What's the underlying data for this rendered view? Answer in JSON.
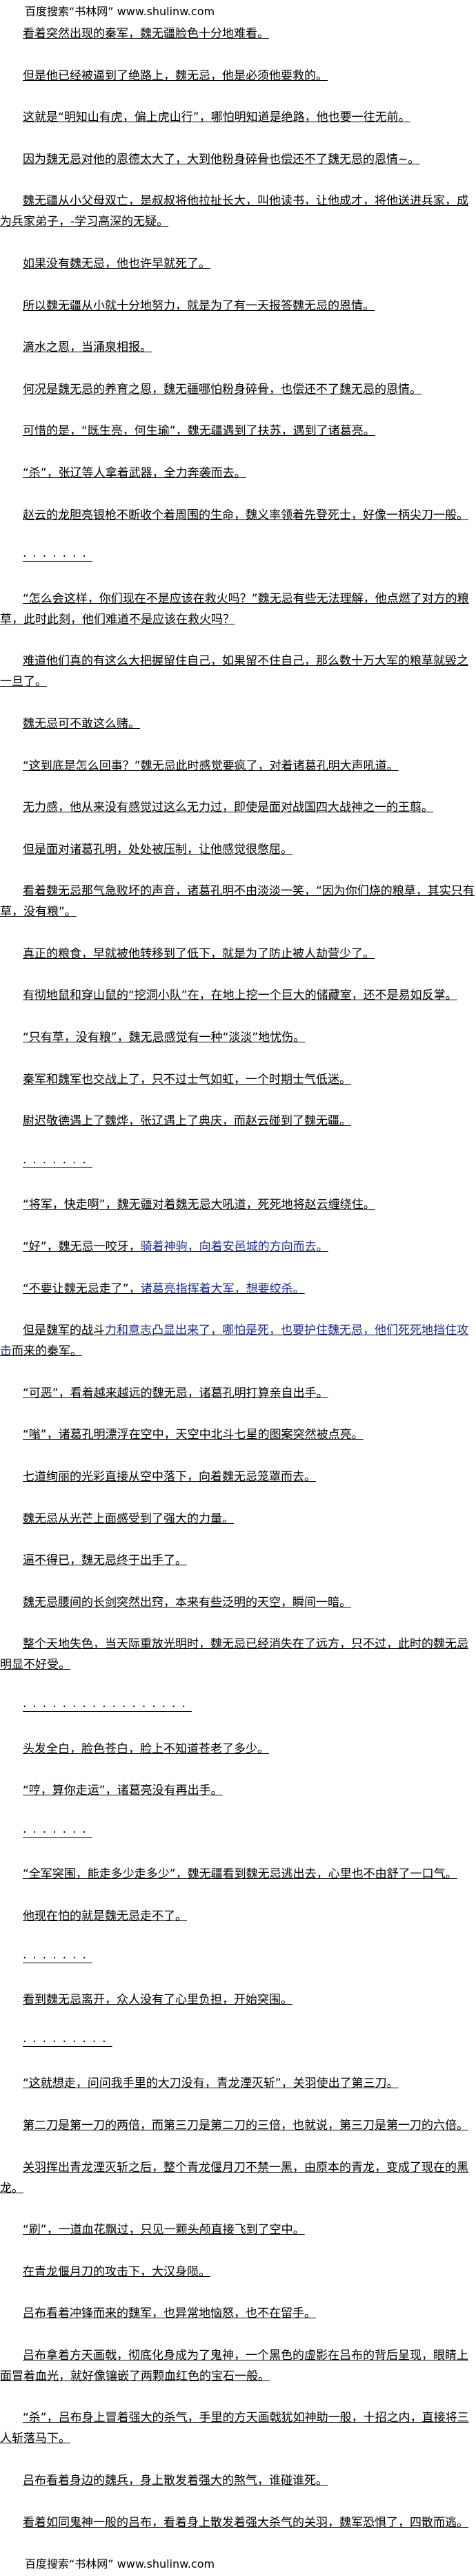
{
  "header": {
    "banner": "百度搜索“书林网” www.shulinw.com"
  },
  "colors": {
    "text": "#000000",
    "link_blue": "#1c2a8a",
    "background": "#ffffff"
  },
  "paragraphs": [
    {
      "text": "看着突然出现的秦军，魏无疆脸色十分地难看。"
    },
    {
      "text": "但是他已经被逼到了绝路上，魏无忌，他是必须他要救的。"
    },
    {
      "text": "这就是“明知山有虎，偏上虎山行”，哪怕明知道是绝路，他也要一往无前。"
    },
    {
      "text": "因为魏无忌对他的恩德太大了，大到他粉身碎骨也偿还不了魏无忌的恩情~。"
    },
    {
      "text": "魏无疆从小父母双亡，是叔叔将他拉扯长大，叫他读书，让他成才，将他送进兵家，成为兵家弟子，-学习高深的无疑。"
    },
    {
      "text": "如果没有魏无忌，他也许早就死了。"
    },
    {
      "text": "所以魏无疆从小就十分地努力，就是为了有一天报答魏无忌的恩情。"
    },
    {
      "text": "滴水之恩，当涌泉相报。"
    },
    {
      "text": "何况是魏无忌的养育之恩，魏无疆哪怕粉身碎骨，也偿还不了魏无忌的恩情。"
    },
    {
      "text": "可惜的是，“既生亮，何生瑜”，魏无疆遇到了扶苏，遇到了诸葛亮。"
    },
    {
      "text": "“杀”，张辽等人拿着武器，全力奔袭而去。"
    },
    {
      "text": "赵云的龙胆亮银枪不断收个着周围的生命，魏义率领着先登死士，好像一柄尖刀一般。"
    },
    {
      "text": "·······",
      "dots": true
    },
    {
      "text": "“怎么会这样，你们现在不是应该在救火吗？”魏无忌有些无法理解，他点燃了对方的粮草，此时此刻，他们难道不是应该在救火吗？"
    },
    {
      "text": "难道他们真的有这么大把握留住自己，如果留不住自己，那么数十万大军的粮草就毁之一旦了。"
    },
    {
      "text": "魏无忌可不敢这么赌。"
    },
    {
      "text": "“这到底是怎么回事？”魏无忌此时感觉要疯了，对着诸葛孔明大声吼道。"
    },
    {
      "text": "无力感，他从来没有感觉过这么无力过，即使是面对战国四大战神之一的王翦。"
    },
    {
      "text": "但是面对诸葛孔明，处处被压制，让他感觉很憋屈。"
    },
    {
      "text": "看着魏无忌那气急败坏的声音，诸葛孔明不由淡淡一笑，“因为你们烧的粮草，其实只有草，没有粮”。"
    },
    {
      "text": "真正的粮食，早就被他转移到了低下，就是为了防止被人劫营少了。"
    },
    {
      "text": "有彻地鼠和穿山鼠的“挖洞小队”在，在地上挖一个巨大的储藏室，还不是易如反掌。"
    },
    {
      "text": "“只有草，没有粮”，魏无忌感觉有一种“淡淡”地忧伤。"
    },
    {
      "text": "秦军和魏军也交战上了，只不过士气如虹，一个时期士气低迷。"
    },
    {
      "text": "尉迟敬德遇上了魏烨，张辽遇上了典庆，而赵云碰到了魏无疆。"
    },
    {
      "text": "·······",
      "dots": true
    },
    {
      "text": "“将军，快走啊”，魏无疆对着魏无忌大吼道，死死地将赵云缠绕住。"
    },
    {
      "segments": [
        {
          "text": "“好”，魏无忌一咬牙，"
        },
        {
          "text": "骑着神驹，向着安邑城的方向而去。",
          "blue": true
        }
      ]
    },
    {
      "segments": [
        {
          "text": "“不要让魏无忌走了”，"
        },
        {
          "text": "诸葛亮指挥着大军，想要绞杀。",
          "blue": true
        }
      ]
    },
    {
      "segments": [
        {
          "text": "但是魏军的战斗"
        },
        {
          "text": "力和意志凸显出来了，哪怕是死，也要护住魏无忌，他们死死地挡住攻击",
          "blue": true
        },
        {
          "text": "而来的秦军。"
        }
      ]
    },
    {
      "text": "“可恶”，看着越来越远的魏无忌，诸葛孔明打算亲自出手。"
    },
    {
      "text": "“嗡”，诸葛孔明漂浮在空中，天空中北斗七星的图案突然被点亮。"
    },
    {
      "text": "七道绚丽的光彩直接从空中落下，向着魏无忌笼罩而去。"
    },
    {
      "text": "魏无忌从光芒上面感受到了强大的力量。"
    },
    {
      "text": "逼不得已，魏无忌终于出手了。"
    },
    {
      "text": "魏无忌腰间的长剑突然出窍，本来有些泛明的天空，瞬间一暗。"
    },
    {
      "text": "整个天地失色，当天际重放光明时，魏无忌已经消失在了远方，只不过，此时的魏无忌明显不好受。"
    },
    {
      "text": "·················",
      "dots": true
    },
    {
      "text": "头发全白，脸色苍白，脸上不知道苍老了多少。"
    },
    {
      "text": "“哼，算你走运”，诸葛亮没有再出手。"
    },
    {
      "text": "·······",
      "dots": true
    },
    {
      "text": "“全军突围，能走多少走多少”，魏无疆看到魏无忌逃出去，心里也不由舒了一口气。"
    },
    {
      "text": "他现在怕的就是魏无忌走不了。"
    },
    {
      "text": "·······",
      "dots": true
    },
    {
      "text": "看到魏无忌离开，众人没有了心里负担，开始突围。"
    },
    {
      "text": "·········",
      "dots": true
    },
    {
      "text": "“这就想走，问问我手里的大刀没有，青龙湮灭斩”，关羽使出了第三刀。"
    },
    {
      "text": "第二刀是第一刀的两倍，而第三刀是第二刀的三倍，也就说，第三刀是第一刀的六倍。"
    },
    {
      "text": "关羽挥出青龙湮灭斩之后，整个青龙偃月刀不禁一黑，由原本的青龙，变成了现在的黑龙。"
    },
    {
      "text": "“刷”，一道血花飘过，只见一颗头颅直接飞到了空中。"
    },
    {
      "text": "在青龙偃月刀的攻击下，大汉身陨。"
    },
    {
      "text": "吕布看着冲锋而来的魏军，也异常地恼怒，也不在留手。"
    },
    {
      "text": "吕布拿着方天画戟，彻底化身成为了鬼神，一个黑色的虚影在吕布的背后呈现，眼睛上面冒着血光，就好像镶嵌了两颗血红色的宝石一般。"
    },
    {
      "text": "“杀”，吕布身上冒着强大的杀气，手里的方天画戟犹如神助一般，十招之内，直接将三人斩落马下。"
    },
    {
      "text": "吕布看着身边的魏兵，身上散发着强大的煞气，谁碰谁死。"
    },
    {
      "text": "看着如同鬼神一般的吕布，看着身上散发着强大杀气的关羽，魏军恐惧了，四散而逃。"
    }
  ],
  "footer": {
    "banner": "百度搜索“书林网” www.shulinw.com"
  }
}
